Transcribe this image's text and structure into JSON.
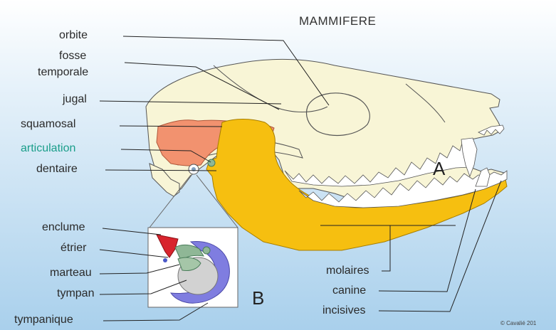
{
  "title": "MAMMIFERE",
  "colors": {
    "background_top": "#ffffff",
    "background_bottom": "#a9d0ec",
    "skull": "#f8f5d6",
    "dentary": "#f6bf10",
    "squamosal": "#f2926f",
    "articulation_label": "#1a9e8a",
    "ossicle_enclume": "#d8242d",
    "ossicle_etrier": "#8fb796",
    "tympanique": "#7f7de0",
    "tympan": "#d2d2d2",
    "leader_line": "#222222"
  },
  "labels_left": {
    "orbite": "orbite",
    "fosse": "fosse",
    "temporale": "temporale",
    "jugal": "jugal",
    "squamosal": "squamosal",
    "articulation": "articulation",
    "dentaire": "dentaire"
  },
  "labels_inset": {
    "enclume": "enclume",
    "etrier": "étrier",
    "marteau": "marteau",
    "tympan": "tympan",
    "tympanique": "tympanique"
  },
  "labels_teeth": {
    "molaires": "molaires",
    "canine": "canine",
    "incisives": "incisives"
  },
  "panel_letters": {
    "a": "A",
    "b": "B"
  },
  "credit": "© Cavalié 201"
}
